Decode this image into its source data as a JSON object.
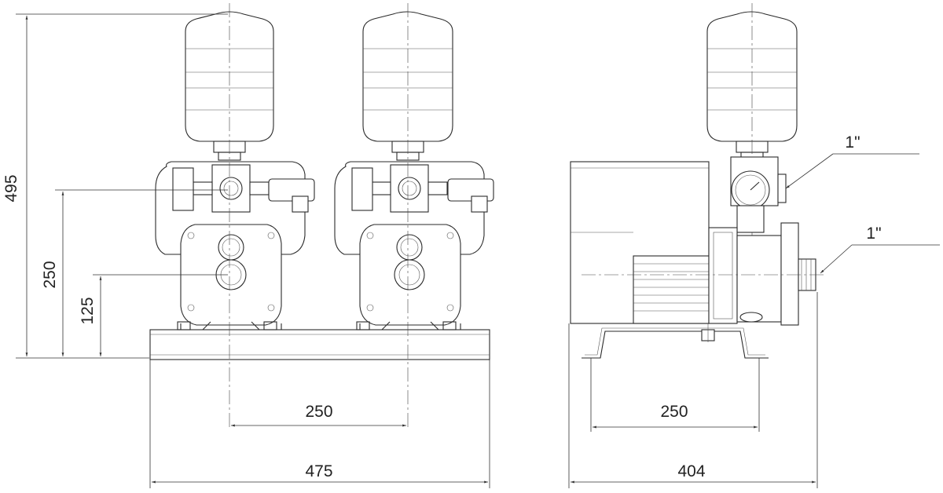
{
  "dimensions": {
    "total_height": "495",
    "outlet_height": "250",
    "inlet_height": "125",
    "pump_spacing_front": "250",
    "base_width_front": "475",
    "base_spacing_side": "250",
    "total_depth_side": "404"
  },
  "connections": {
    "outlet_size": "1\"",
    "inlet_size": "1\""
  }
}
